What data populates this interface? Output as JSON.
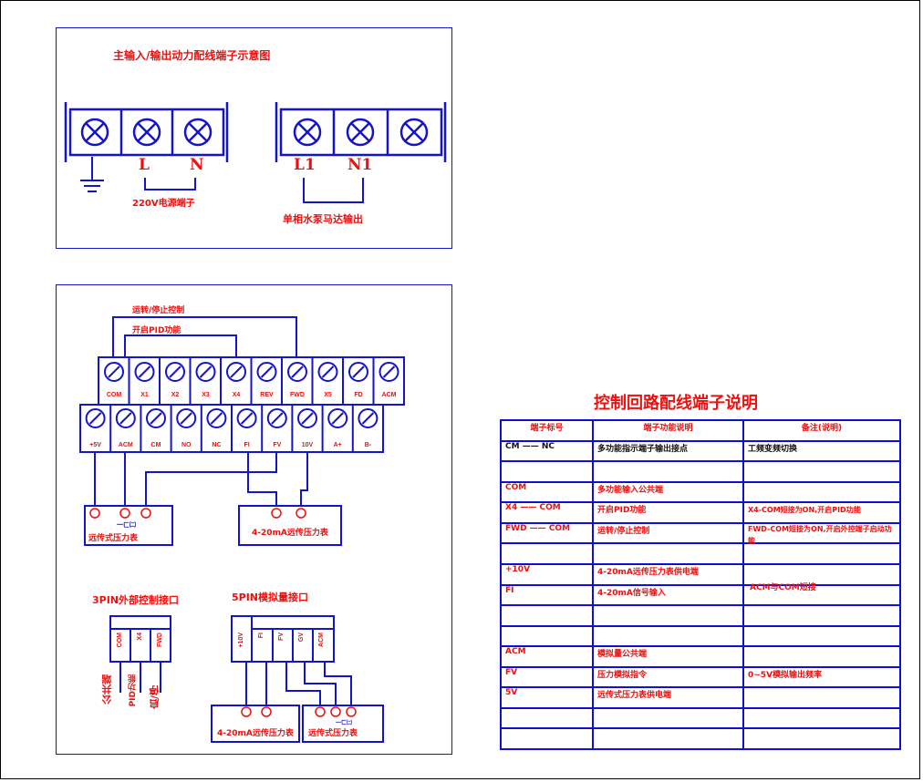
{
  "top_panel": {
    "title": "主输入/输出动力配线端子示意图",
    "left_labels": [
      "L",
      "N"
    ],
    "left_caption": "220V电源端子",
    "right_labels": [
      "L1",
      "N1"
    ],
    "right_caption": "单相水泵马达输出"
  },
  "control_panel": {
    "wire_label_1": "运转/停止控制",
    "wire_label_2": "开启PID功能",
    "top_row": [
      "COM",
      "X1",
      "X2",
      "X3",
      "X4",
      "REV",
      "FWD",
      "X5",
      "FD",
      "ACM"
    ],
    "bottom_row": [
      "+5V",
      "ACM",
      "CM",
      "NO",
      "NC",
      "FI",
      "FV",
      "10V",
      "A+",
      "B-"
    ],
    "sensor_left_name": "远传式压力表",
    "sensor_left_sub": "一ㄈ㈡",
    "sensor_right_name": "4-20mA远传压力表",
    "pin3_title": "3PIN外部控制接口",
    "pin3_labels": [
      "COM",
      "X4",
      "FWD"
    ],
    "pin3_captions": [
      "公共端",
      "PID功能",
      "启/停"
    ],
    "pin5_title": "5PIN模拟量接口",
    "pin5_labels": [
      "+10V",
      "FI",
      "FV",
      "GV",
      "ACM"
    ],
    "pin5_sensor_left": "4-20mA远传压力表",
    "pin5_sensor_right": "远传式压力表",
    "pin5_sensor_right_sub": "一ㄈ㈡"
  },
  "spec": {
    "title": "控制回路配线端子说明",
    "headers": [
      "端子标号",
      "端子功能说明",
      "备注(说明)"
    ],
    "rows": [
      [
        "CM —— NC",
        "多功能指示端子输出接点",
        "工频变频切换"
      ],
      [
        "",
        "",
        ""
      ],
      [
        "COM",
        "多功能输入公共端",
        ""
      ],
      [
        "X4 —— COM",
        "开启PID功能",
        ""
      ],
      [
        "FWD —— COM",
        "运转/停止控制",
        ""
      ],
      [
        "",
        "",
        ""
      ],
      [
        "+10V",
        "4-20mA远传压力表供电端",
        ""
      ],
      [
        "FI",
        "4-20mA信号输入",
        ""
      ],
      [
        "",
        "",
        ""
      ],
      [
        "",
        "",
        ""
      ],
      [
        "ACM",
        "模拟量公共端",
        ""
      ],
      [
        "FV",
        "压力模拟指令",
        "0~5V模拟输出频率"
      ],
      [
        "5V",
        "远传式压力表供电端",
        ""
      ],
      [
        "",
        "",
        ""
      ],
      [
        "",
        "",
        ""
      ]
    ],
    "note_1": "X4-COM短接为ON,开启PID功能",
    "note_2": "FWD-COM短接为ON,开启外控端子启动功能",
    "note_3": "ACM与COM短接"
  },
  "colors": {
    "line": "#1515c8",
    "text_red": "#ee0f0f",
    "text_blue": "#0808c0"
  }
}
